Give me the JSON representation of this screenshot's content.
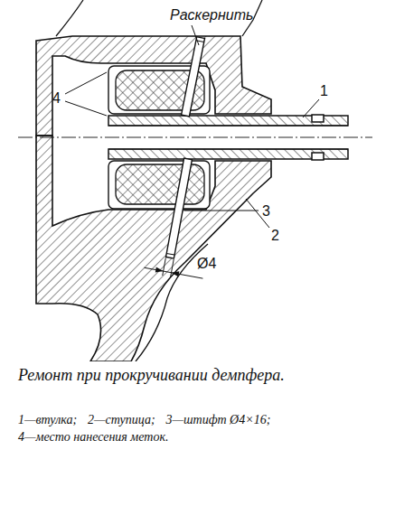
{
  "diagram": {
    "caption": "Ремонт при прокручивании демпфера.",
    "labels": [
      "Раскернить",
      "4",
      "1",
      "3",
      "2",
      "Ø4",
      "1—втулка;",
      "2—ступица;",
      "3—штифт Ø4×16;",
      "4—место нанесения меток."
    ]
  }
}
